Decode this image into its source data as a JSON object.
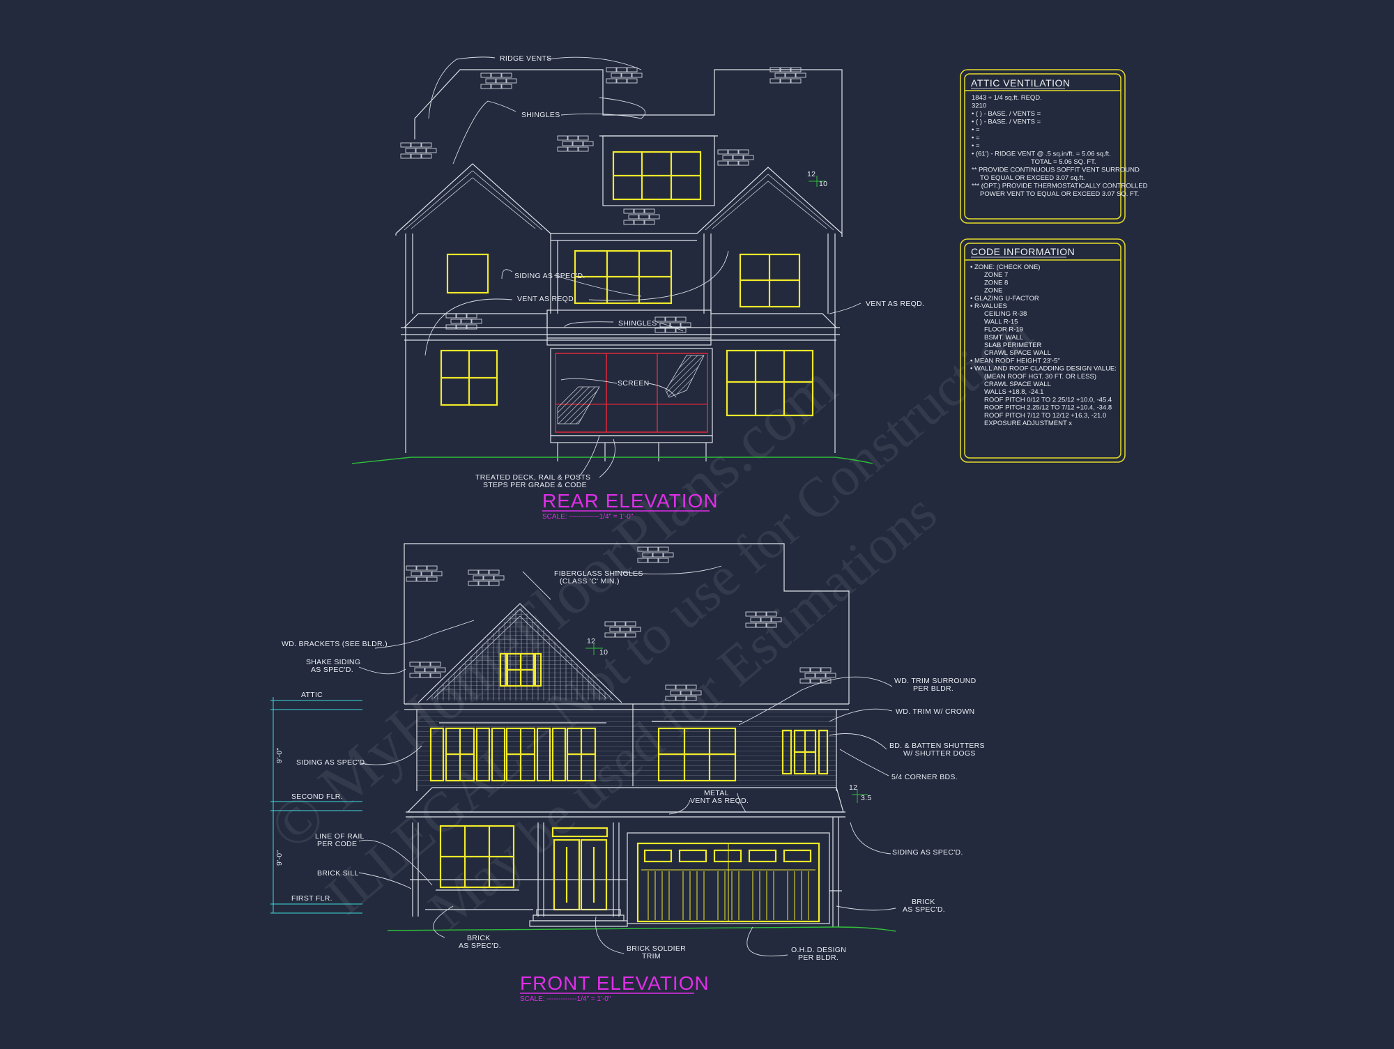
{
  "colors": {
    "background": "#232a3d",
    "linework": "#dfe3ea",
    "windows": "#f2ea2a",
    "title_magenta": "#e02ee8",
    "grade_green": "#2fbf3a",
    "dimension_cyan": "#3fd9e0",
    "panel_border": "#e6dd2b",
    "screen_red": "#d6283a"
  },
  "watermark": {
    "line1": "© MyHomeFloorPlans.com",
    "line2": "ILLEGAL – Not to use for Construction",
    "line3": "May be used for Estimations"
  },
  "rear_elevation": {
    "title": "REAR ELEVATION",
    "scale": "SCALE: -------------1/4\" = 1'-0\"",
    "pitch_rise": "12",
    "pitch_run": "10",
    "notes": {
      "ridge_vents": "RIDGE VENTS",
      "shingles_upper": "SHINGLES",
      "siding": "SIDING AS SPEC'D.",
      "vent_left": "VENT AS REQD.",
      "vent_right": "VENT AS REQD.",
      "shingles_lower": "SHINGLES",
      "screen": "SCREEN",
      "deck_line1": "TREATED DECK, RAIL & POSTS",
      "deck_line2": "STEPS PER GRADE & CODE"
    }
  },
  "front_elevation": {
    "title": "FRONT ELEVATION",
    "scale": "SCALE: -------------1/4\" = 1'-0\"",
    "pitch1_rise": "12",
    "pitch1_run": "10",
    "pitch2_rise": "12",
    "pitch2_run": "3.5",
    "levels": {
      "attic": "ATTIC",
      "second": "SECOND FLR.",
      "first": "FIRST FLR.",
      "upper_dim": "9'-0\"",
      "lower_dim": "9'-0\""
    },
    "notes": {
      "fiberglass_line1": "FIBERGLASS SHINGLES",
      "fiberglass_line2": "(CLASS 'C' MIN.)",
      "brackets": "WD. BRACKETS (SEE BLDR.)",
      "shake_line1": "SHAKE SIDING",
      "shake_line2": "AS SPEC'D.",
      "siding_left": "SIDING AS SPEC'D.",
      "rail_line1": "LINE OF RAIL",
      "rail_line2": "PER CODE",
      "brick_sill": "BRICK SILL",
      "brick_left_line1": "BRICK",
      "brick_left_line2": "AS SPEC'D.",
      "soldier_line1": "BRICK SOLDIER",
      "soldier_line2": "TRIM",
      "ohd_line1": "O.H.D. DESIGN",
      "ohd_line2": "PER BLDR.",
      "trim_surround_line1": "WD. TRIM SURROUND",
      "trim_surround_line2": "PER BLDR.",
      "trim_crown": "WD. TRIM W/ CROWN",
      "shutters_line1": "BD. & BATTEN SHUTTERS",
      "shutters_line2": "W/ SHUTTER DOGS",
      "corner_bds": "5/4 CORNER BDS.",
      "metal_line1": "METAL",
      "metal_line2": "VENT AS REQD.",
      "siding_right": "SIDING AS SPEC'D.",
      "brick_right_line1": "BRICK",
      "brick_right_line2": "AS SPEC'D."
    }
  },
  "attic_ventilation": {
    "title": "ATTIC VENTILATION",
    "lines": [
      "1843 ÷ 1/4 sq.ft. REQD.",
      "3210",
      "• ( )  -        BASE.   /    VENTS   =",
      "• ( )  -        BASE.   /    VENTS   =",
      "•                                      =",
      "•                                      =",
      "•                                      =",
      "• (61') - RIDGE VENT @ .5 sq.in/ft. = 5.06 sq.ft.",
      "TOTAL       = 5.06 SQ. FT.",
      "** PROVIDE CONTINUOUS SOFFIT VENT SURROUND",
      "TO EQUAL OR EXCEED  3.07 sq.ft.",
      "*** (OPT.) PROVIDE THERMOSTATICALLY CONTROLLED",
      "POWER VENT TO EQUAL OR EXCEED  3.07 SQ. FT."
    ]
  },
  "code_information": {
    "title": "CODE INFORMATION",
    "lines": [
      "• ZONE: (CHECK ONE)",
      "ZONE 7",
      "ZONE 8",
      "ZONE",
      "• GLAZING U-FACTOR",
      "• R-VALUES",
      "CEILING              R-38",
      "WALL                  R-15",
      "FLOOR                R-19",
      "BSMT. WALL",
      "SLAB PERIMETER",
      "CRAWL SPACE WALL",
      "• MEAN ROOF HEIGHT   23'-5\"",
      "• WALL AND ROOF CLADDING DESIGN VALUE:",
      "(MEAN ROOF HGT. 30 FT. OR LESS)",
      "CRAWL SPACE WALL",
      "WALLS                              +18.8, -24.1",
      "ROOF PITCH 0/12 TO 2.25/12   +10.0, -45.4",
      "ROOF PITCH 2.25/12 TO 7/12   +10.4, -34.8",
      "ROOF PITCH 7/12 TO 12/12     +16.3, -21.0",
      "EXPOSURE ADJUSTMENT           x"
    ]
  }
}
